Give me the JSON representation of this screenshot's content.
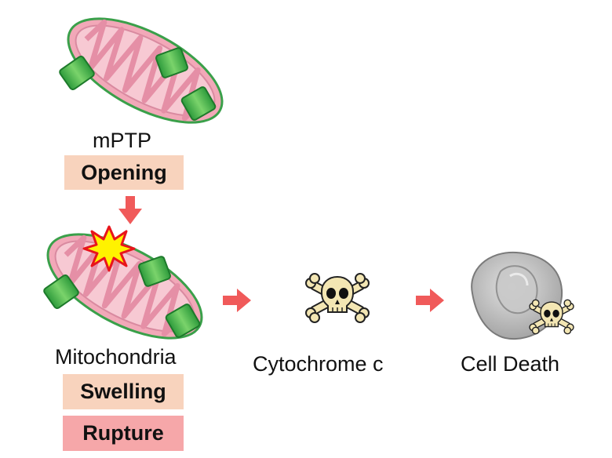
{
  "top": {
    "label": "mPTP",
    "badge": "Opening",
    "badge_color": "#f8d3bd"
  },
  "middle": {
    "label": "Mitochondria",
    "badges": [
      {
        "text": "Swelling",
        "color": "#f8d3bd"
      },
      {
        "text": "Rupture",
        "color": "#f6a7a9"
      }
    ]
  },
  "cytochrome": {
    "label": "Cytochrome c"
  },
  "death": {
    "label": "Cell Death"
  },
  "colors": {
    "arrow": "#f05a5a",
    "mito_outer": "#f2a8b8",
    "mito_inner": "#f7c9d3",
    "channel": "#3bb34a",
    "skull": "#f3e6b3",
    "cell": "#b9b9b9"
  },
  "icons": [
    "mitochondrion-icon",
    "channel-icon",
    "burst-icon",
    "skull-crossbones-icon",
    "cell-icon",
    "arrow-icon"
  ]
}
